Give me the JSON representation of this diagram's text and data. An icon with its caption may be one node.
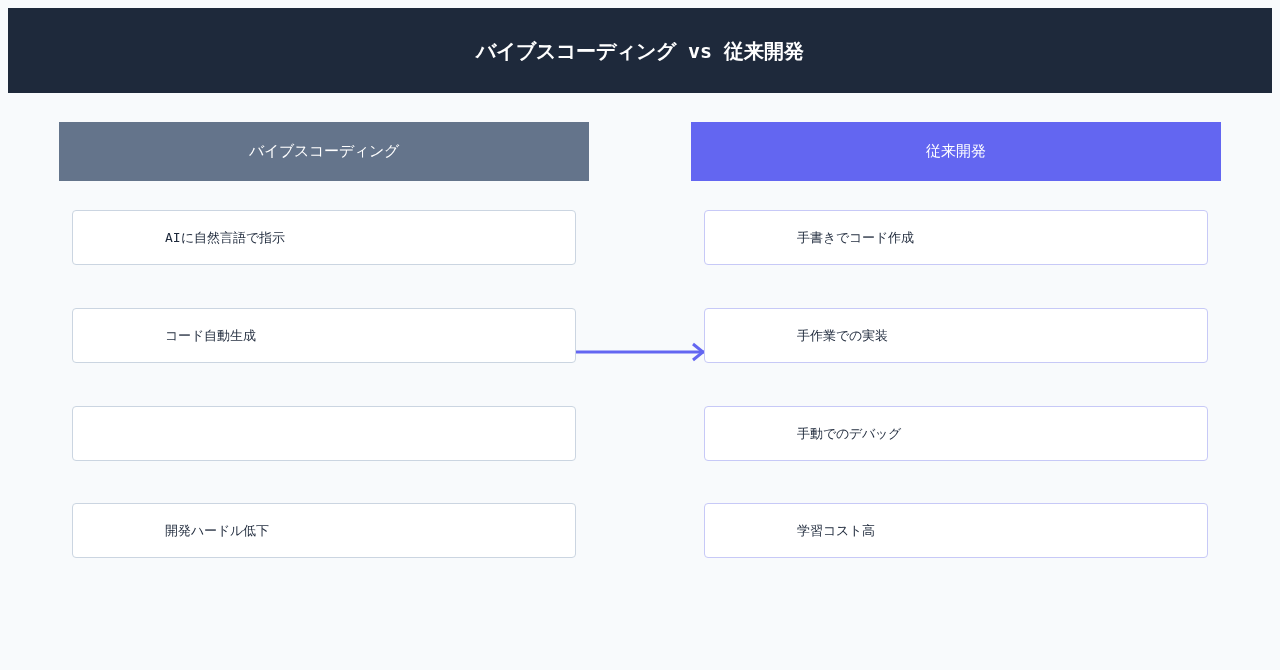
{
  "diagram": {
    "title": "バイブスコーディング vs 従来開発",
    "nodes": [
      {
        "text": [
          "バイブスコーディング"
        ]
      },
      {
        "text": [
          "AIに自然言語で指示"
        ]
      },
      {
        "text": [
          "コード自動生成"
        ]
      },
      {
        "text": [],
        "shape": "box"
      },
      {
        "text": [
          "開発ハードル低下"
        ]
      },
      {
        "text": [
          "従来開発"
        ]
      },
      {
        "text": [
          "手書きでコード作成"
        ]
      },
      {
        "text": [
          "手作業での実装"
        ]
      },
      {
        "text": [
          "手動でのデバッグ"
        ]
      },
      {
        "text": [
          "学習コスト高"
        ]
      }
    ],
    "edges": [
      {
        "from": 2,
        "to": 7,
        "arrow": "to"
      }
    ]
  }
}
